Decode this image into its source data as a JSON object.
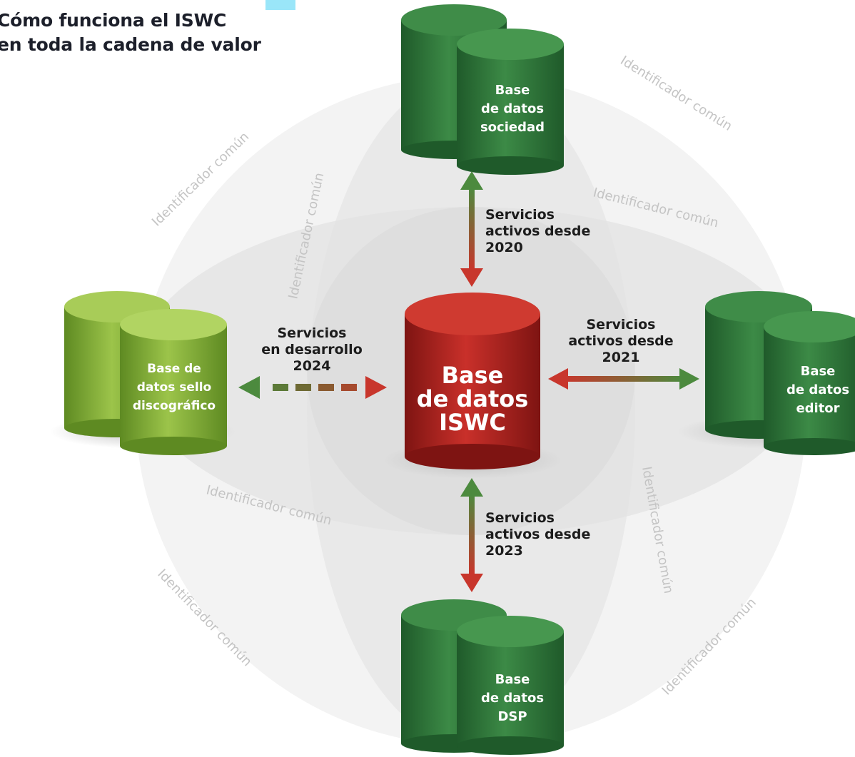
{
  "title": {
    "line1": "Cómo funciona el ISWC",
    "line2": "en toda la cadena de valor"
  },
  "central_database": {
    "line1": "Base",
    "line2": "de datos",
    "line3": "ISWC"
  },
  "databases": {
    "sociedad": {
      "line1": "Base",
      "line2": "de datos",
      "line3": "sociedad"
    },
    "editor": {
      "line1": "Base",
      "line2": "de datos",
      "line3": "editor"
    },
    "dsp": {
      "line1": "Base",
      "line2": "de datos",
      "line3": "DSP"
    },
    "sello": {
      "line1": "Base de",
      "line2": "datos sello",
      "line3": "discográfico"
    }
  },
  "connections": {
    "top": {
      "line1": "Servicios",
      "line2": "activos desde",
      "line3": "2020"
    },
    "right": {
      "line1": "Servicios",
      "line2": "activos desde",
      "line3": "2021"
    },
    "bottom": {
      "line1": "Servicios",
      "line2": "activos desde",
      "line3": "2023"
    },
    "left": {
      "line1": "Servicios",
      "line2": "en desarrollo",
      "line3": "2024"
    }
  },
  "ring_label": "Identificador común",
  "colors": {
    "dark_green": "#2e7a3c",
    "light_green": "#86b03a",
    "red": "#b3211e",
    "arrow_green": "#4c8a3e",
    "arrow_red": "#c8362c",
    "label_gray": "#c4c4c4",
    "globe_gray": "#ececec"
  }
}
